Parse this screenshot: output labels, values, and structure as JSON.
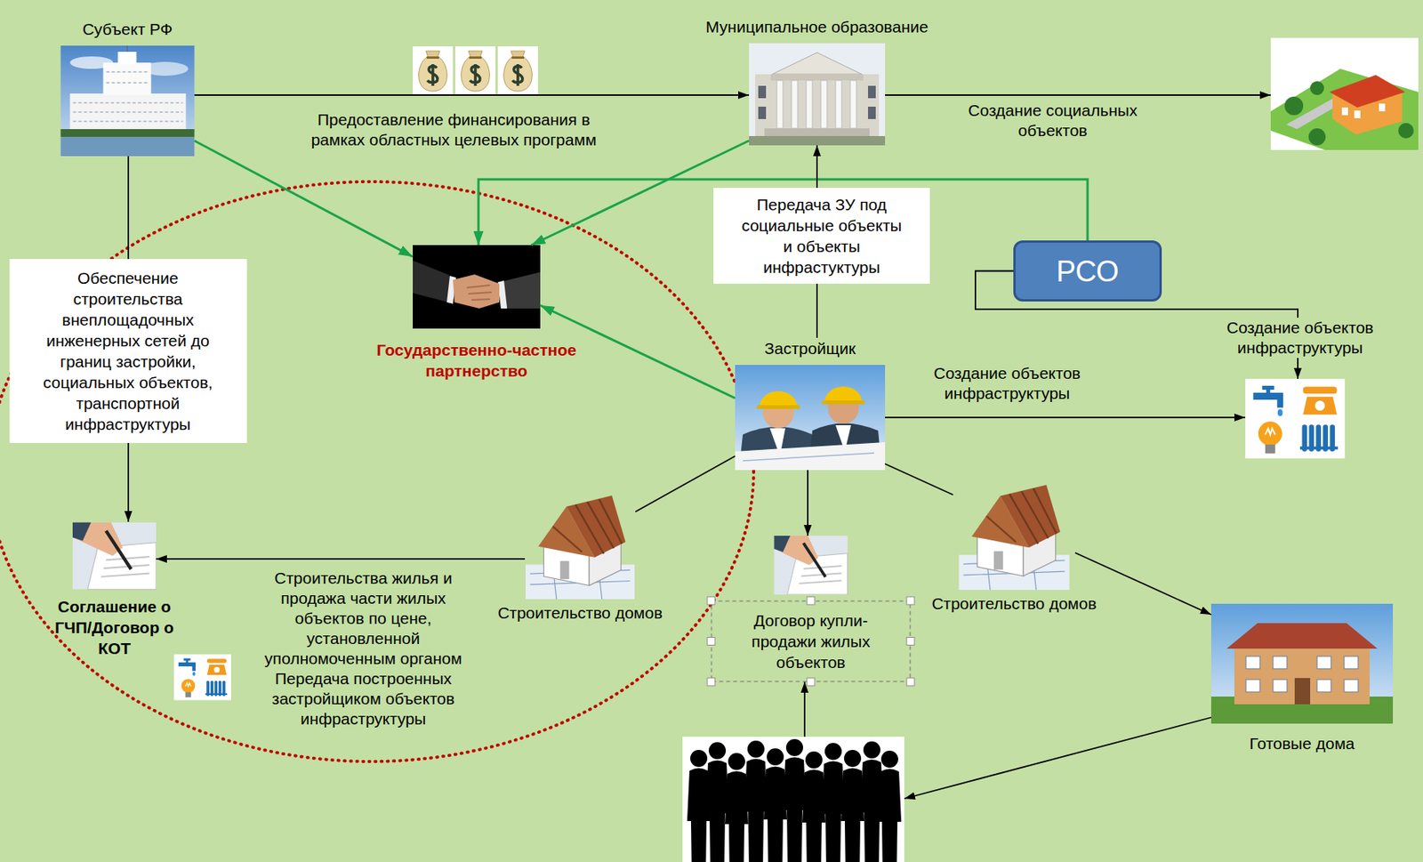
{
  "diagram": {
    "nodes": [
      {
        "text": [
          "Субъект РФ"
        ]
      },
      {
        "text": [
          "Муниципальное образование"
        ]
      },
      {
        "text": []
      },
      {
        "text": [
          "Передача ЗУ под социальные объекты и объекты инфрастуктуры"
        ]
      },
      {
        "text": [
          "Обеспечение строительства внеплощадочных инженерных сетей до границ застройки, социальных объектов, транспортной инфраструктуры"
        ]
      },
      {
        "text": [
          "Государственно-частное партнерство"
        ]
      },
      {
        "text": [
          "РСО"
        ]
      },
      {
        "text": [
          "Застройщик"
        ]
      },
      {
        "text": []
      },
      {
        "text": [
          "Соглашение о ГЧП/Договор о КОТ"
        ]
      },
      {
        "text": [
          "Строительство домов"
        ]
      },
      {
        "text": [
          "Договор купли-продажи жилых объектов"
        ]
      },
      {
        "text": [
          "Строительство домов"
        ]
      },
      {
        "text": [
          "Готовые дома"
        ]
      },
      {
        "text": []
      }
    ],
    "edges": [
      {
        "from": 0,
        "to": 1,
        "arrow": "to",
        "label": "Предоставление финансирования в рамках областных целевых программ"
      },
      {
        "from": 1,
        "to": 2,
        "arrow": "to",
        "label": "Создание социальных объектов"
      },
      {
        "from": 0,
        "to": 5,
        "arrow": "to"
      },
      {
        "from": 1,
        "to": 5,
        "arrow": "to"
      },
      {
        "from": 7,
        "to": 5,
        "arrow": "to"
      },
      {
        "from": 6,
        "to": 5,
        "arrow": "to"
      },
      {
        "from": 0,
        "to": 4,
        "arrow": "none"
      },
      {
        "from": 4,
        "to": 9,
        "arrow": "to"
      },
      {
        "from": 7,
        "to": 3,
        "arrow": "none"
      },
      {
        "from": 3,
        "to": 1,
        "arrow": "to"
      },
      {
        "from": 6,
        "to": 8,
        "arrow": "to",
        "label": "Создание объектов инфраструктуры"
      },
      {
        "from": 7,
        "to": 8,
        "arrow": "to",
        "label": "Создание объектов инфраструктуры"
      },
      {
        "from": 7,
        "to": 10,
        "arrow": "none"
      },
      {
        "from": 10,
        "to": 9,
        "arrow": "to",
        "label": "Строительства жилья и продажа части жилых объектов по цене, установленной уполномоченным органом Передача построенных застройщиком объектов инфраструктуры"
      },
      {
        "from": 7,
        "to": 11,
        "arrow": "to"
      },
      {
        "from": 7,
        "to": 12,
        "arrow": "none"
      },
      {
        "from": 12,
        "to": 13,
        "arrow": "to"
      },
      {
        "from": 13,
        "to": 14,
        "arrow": "to"
      },
      {
        "from": 14,
        "to": 11,
        "arrow": "to"
      }
    ]
  }
}
